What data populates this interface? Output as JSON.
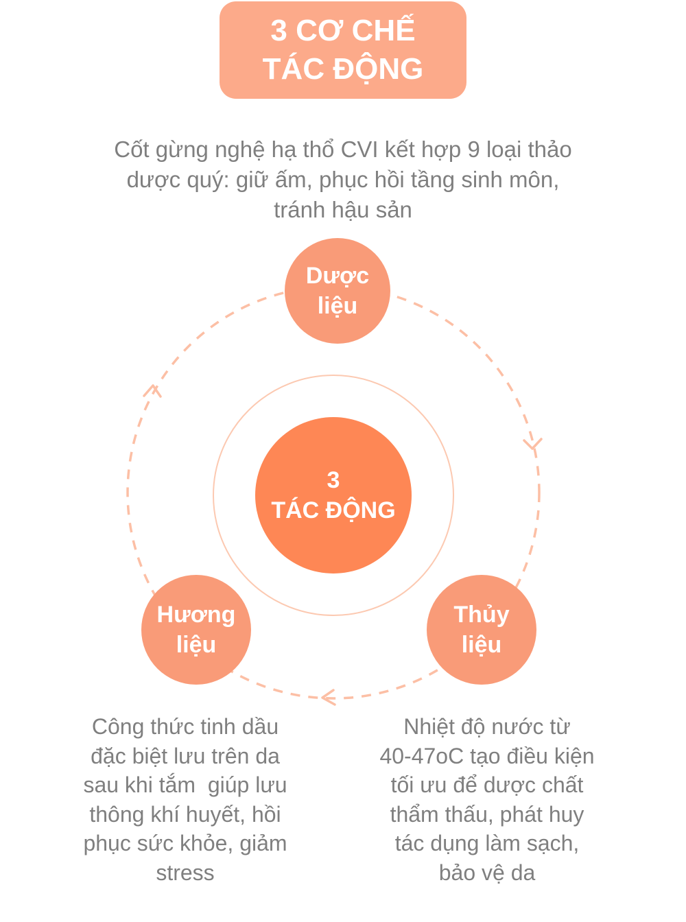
{
  "title": {
    "line1": "3 CƠ CHẾ",
    "line2": "TÁC ĐỘNG"
  },
  "intro": {
    "lines": [
      "Cốt gừng nghệ hạ thổ CVI kết hợp 9 loại thảo",
      "dược quý: giữ ấm, phục hồi tầng sinh môn,",
      "tránh hậu sản"
    ]
  },
  "center": {
    "line1": "3",
    "line2": "TÁC ĐỘNG"
  },
  "nodes": {
    "duoc_lieu": {
      "line1": "Dược",
      "line2": "liệu"
    },
    "thuy_lieu": {
      "line1": "Thủy",
      "line2": "liệu"
    },
    "huong_lieu": {
      "line1": "Hương",
      "line2": "liệu"
    }
  },
  "captions": {
    "huong_lieu": {
      "lines": [
        "Công thức tinh dầu",
        "đặc biệt lưu trên da",
        "sau khi tắm  giúp lưu",
        "thông khí huyết, hồi",
        "phục sức khỏe, giảm",
        "stress"
      ]
    },
    "thuy_lieu": {
      "lines": [
        "Nhiệt độ nước từ",
        "40-47oC tạo điều kiện",
        "tối ưu để dược chất",
        "thẩm thấu, phát huy",
        "tác dụng làm sạch,",
        "bảo vệ da"
      ]
    }
  },
  "colors": {
    "title_bg": "#fcaa8a",
    "node_fill": "#f99b78",
    "center_fill": "#fe8755",
    "ring_stroke": "#fcc9b1",
    "dashed_stroke": "#fcbfa5",
    "text_gray": "#7f7f7f"
  }
}
